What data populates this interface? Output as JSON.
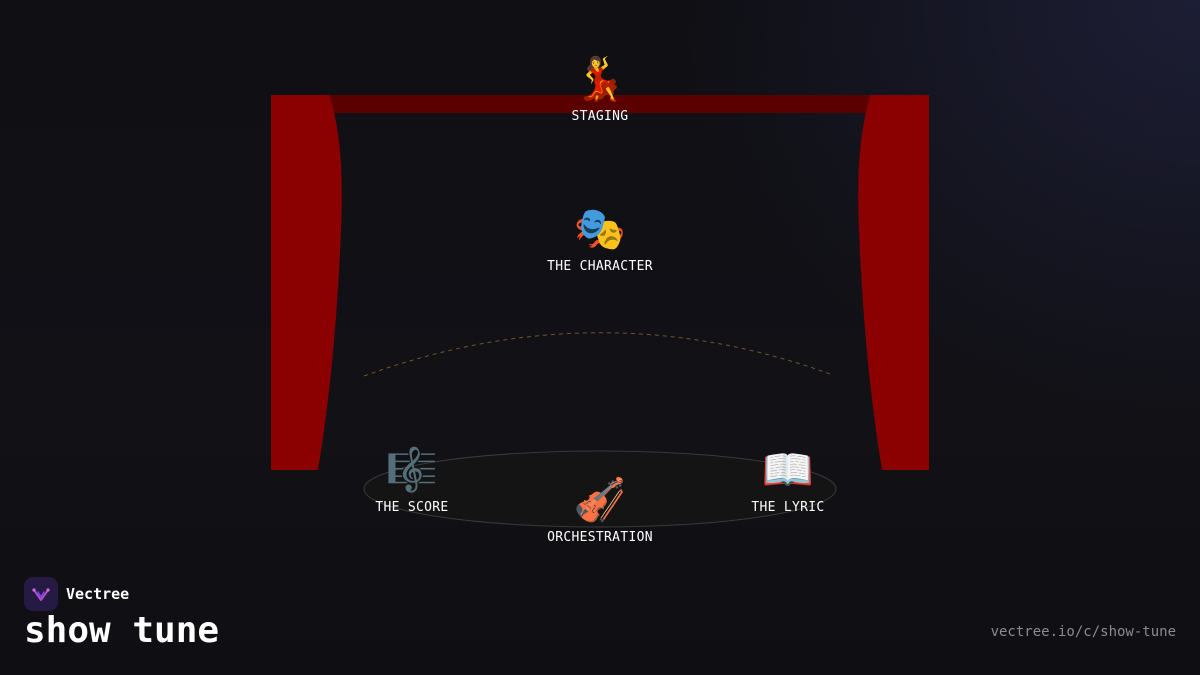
{
  "diagram": {
    "nodes": {
      "staging": {
        "emoji": "💃",
        "label": "STAGING",
        "icon": "dancer-icon"
      },
      "character": {
        "emoji": "🎭",
        "label": "THE CHARACTER",
        "icon": "theater-masks-icon"
      },
      "score": {
        "emoji": "🎼",
        "label": "THE SCORE",
        "icon": "musical-score-icon"
      },
      "orchestration": {
        "emoji": "🎻",
        "label": "ORCHESTRATION",
        "icon": "violin-icon"
      },
      "lyric": {
        "emoji": "📖",
        "label": "THE LYRIC",
        "icon": "open-book-icon"
      }
    },
    "colors": {
      "curtain": "#8b0000",
      "valance": "#5a0000",
      "arc": "#6b5a2a",
      "orchestra_pit": "#2a2a2a"
    }
  },
  "brand": {
    "name": "Vectree",
    "title": "show tune",
    "url": "vectree.io/c/show-tune"
  }
}
